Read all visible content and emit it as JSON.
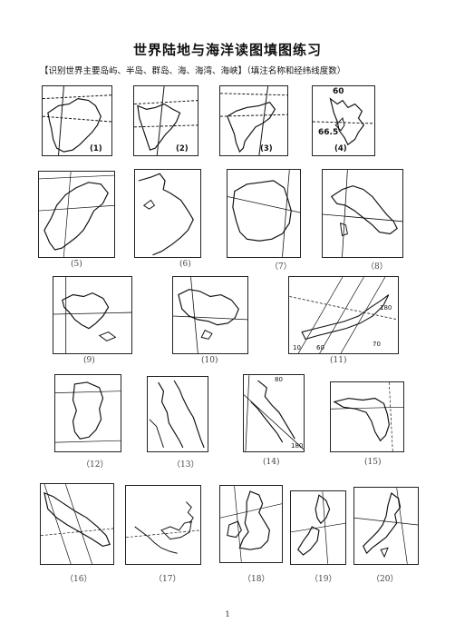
{
  "title": "世界陆地与海洋读图填图练习",
  "instruction": "【识别世界主要岛屿、半岛、群岛、海、海湾、海峡】（填注名称和经纬线度数）",
  "captions": [
    "(1)",
    "(2)",
    "(3)",
    "(4)",
    "(5)",
    "(6)",
    "（7）",
    "（8）",
    "(9)",
    "(10)",
    "(11)",
    "（12）",
    "（13）",
    "(14)",
    "(15)",
    "（16）",
    "（17）",
    "（18）",
    "（19）",
    "（20）"
  ],
  "degree_labels": {
    "map4_top": "60",
    "map4_bottom": "66.5",
    "map11_a": "10",
    "map11_b": "60",
    "map11_c": "70",
    "map11_d": "180",
    "map14_top": "80",
    "map14_bottom": "180"
  },
  "page_number": "1"
}
